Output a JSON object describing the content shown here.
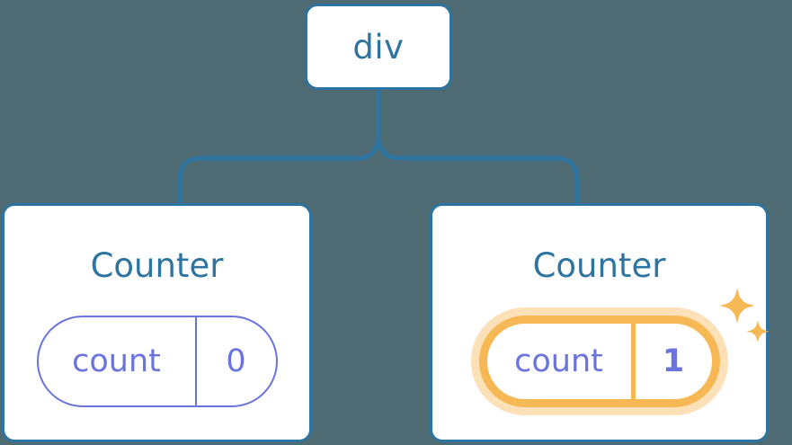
{
  "diagram": {
    "type": "component-tree",
    "background_color": "#4e6a73",
    "edge_color": "#2e74a0",
    "root": {
      "label": "div",
      "text_color": "#2e74a0",
      "border_color": "#2e74a0",
      "fill_color": "#ffffff"
    },
    "children": [
      {
        "title": "Counter",
        "title_color": "#2e74a0",
        "state": {
          "key": "count",
          "value": "0",
          "color": "#6a73de",
          "highlighted": false
        },
        "sparkles": false
      },
      {
        "title": "Counter",
        "title_color": "#2e74a0",
        "state": {
          "key": "count",
          "value": "1",
          "color": "#6a73de",
          "highlighted": true,
          "highlight_color": "#f6b855",
          "highlight_glow_color": "#fce0b7"
        },
        "sparkles": true,
        "sparkle_color": "#f6b855",
        "sparkle_icons": [
          "sparkle-large-icon",
          "sparkle-small-icon"
        ]
      }
    ]
  }
}
